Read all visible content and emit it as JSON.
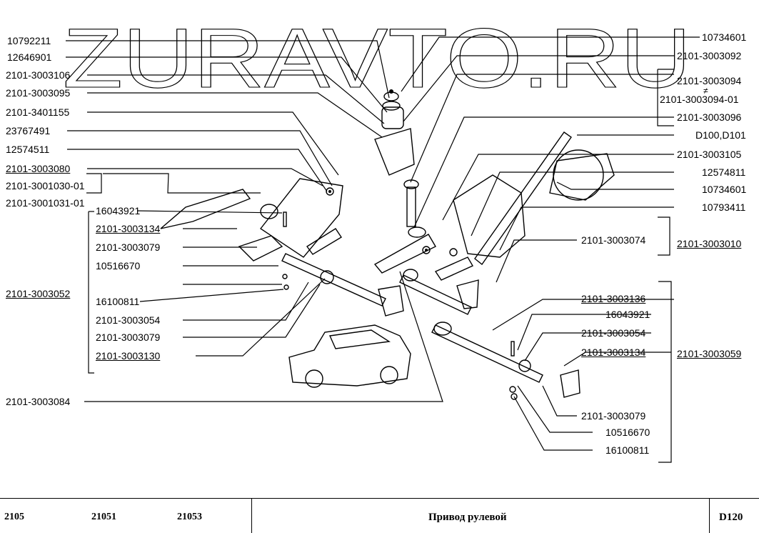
{
  "watermark": "ZURAVTO.RU",
  "labels_left": [
    {
      "id": "l1",
      "text": "10792211",
      "underline": false
    },
    {
      "id": "l2",
      "text": "12646901",
      "underline": false
    },
    {
      "id": "l3",
      "text": "2101-3003106",
      "underline": false
    },
    {
      "id": "l4",
      "text": "2101-3003095",
      "underline": false
    },
    {
      "id": "l5",
      "text": "2101-3401155",
      "underline": false
    },
    {
      "id": "l6",
      "text": "23767491",
      "underline": false
    },
    {
      "id": "l7",
      "text": "12574511",
      "underline": false
    },
    {
      "id": "l8",
      "text": "2101-3003080",
      "underline": true
    },
    {
      "id": "l9",
      "text": "2101-3001030-01",
      "underline": false
    },
    {
      "id": "l10",
      "text": "2101-3001031-01",
      "underline": false
    },
    {
      "id": "l11",
      "text": "16043921",
      "underline": false
    },
    {
      "id": "l12",
      "text": "2101-3003134",
      "underline": true
    },
    {
      "id": "l13",
      "text": "2101-3003079",
      "underline": false
    },
    {
      "id": "l14",
      "text": "10516670",
      "underline": false
    },
    {
      "id": "l15",
      "text": "16100811",
      "underline": false
    },
    {
      "id": "l16",
      "text": "2101-3003054",
      "underline": false
    },
    {
      "id": "l17",
      "text": "2101-3003079",
      "underline": false
    },
    {
      "id": "l18",
      "text": "2101-3003130",
      "underline": true
    },
    {
      "id": "l19",
      "text": "2101-3003052",
      "underline": true
    },
    {
      "id": "l20",
      "text": "2101-3003084",
      "underline": false
    }
  ],
  "labels_right": [
    {
      "id": "r1",
      "text": "10734601",
      "underline": false
    },
    {
      "id": "r2",
      "text": "2101-3003092",
      "underline": false
    },
    {
      "id": "r3",
      "text": "2101-3003094",
      "underline": false
    },
    {
      "id": "r3a",
      "text": "≠",
      "underline": false
    },
    {
      "id": "r4",
      "text": "2101-3003094-01",
      "underline": false
    },
    {
      "id": "r5",
      "text": "2101-3003096",
      "underline": false
    },
    {
      "id": "r6",
      "text": "D100,D101",
      "underline": false
    },
    {
      "id": "r7",
      "text": "2101-3003105",
      "underline": false
    },
    {
      "id": "r8",
      "text": "12574811",
      "underline": false
    },
    {
      "id": "r9",
      "text": "10734601",
      "underline": false
    },
    {
      "id": "r10",
      "text": "10793411",
      "underline": false
    },
    {
      "id": "r11",
      "text": "2101-3003074",
      "underline": false
    },
    {
      "id": "r12",
      "text": "2101-3003010",
      "underline": true
    },
    {
      "id": "r13",
      "text": "2101-3003136",
      "underline": true
    },
    {
      "id": "r14",
      "text": "16043921",
      "underline": false
    },
    {
      "id": "r15",
      "text": "2101-3003054",
      "underline": false
    },
    {
      "id": "r16",
      "text": "2101-3003134",
      "underline": true
    },
    {
      "id": "r17",
      "text": "2101-3003059",
      "underline": true
    },
    {
      "id": "r18",
      "text": "2101-3003079",
      "underline": false
    },
    {
      "id": "r19",
      "text": "10516670",
      "underline": false
    },
    {
      "id": "r20",
      "text": "16100811",
      "underline": false
    }
  ],
  "footer": {
    "model1": "2105",
    "model2": "21051",
    "model3": "21053",
    "title": "Привод рулевой",
    "code": "D120"
  }
}
